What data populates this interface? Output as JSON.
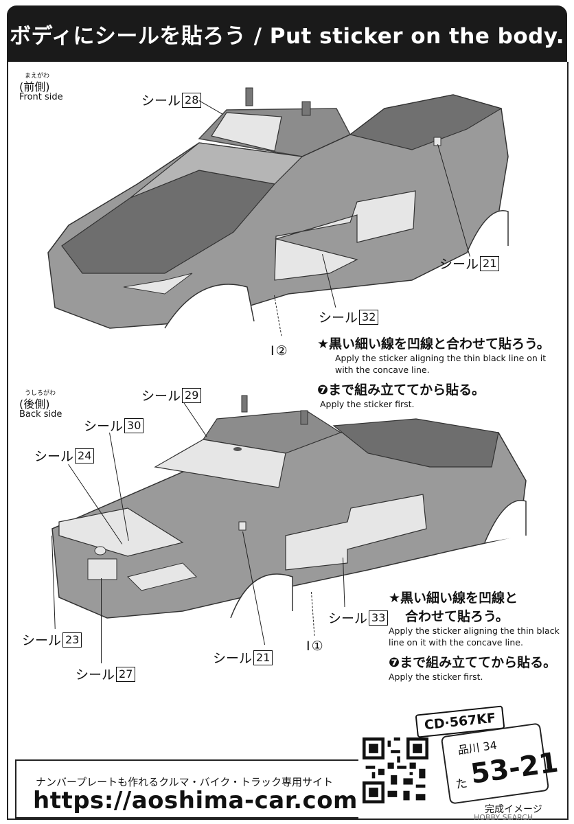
{
  "header": {
    "title": "ボディにシールを貼ろう / Put sticker on the body."
  },
  "front": {
    "ruby": "まえがわ",
    "label_jp": "(前側)",
    "label_en": "Front side",
    "callouts": [
      {
        "label": "シール",
        "num": "28"
      },
      {
        "label": "シール",
        "num": "21"
      },
      {
        "label": "シール",
        "num": "32"
      },
      {
        "label": "I",
        "num": "②"
      }
    ],
    "note1_jp": "★黒い細い線を凹線と合わせて貼ろう。",
    "note1_en": "Apply the sticker aligning the thin black line on it with the concave line.",
    "note2_jp": "❼まで組み立ててから貼る。",
    "note2_en": "Apply the sticker first."
  },
  "back": {
    "ruby": "うしろがわ",
    "label_jp": "(後側)",
    "label_en": "Back side",
    "callouts": [
      {
        "label": "シール",
        "num": "29"
      },
      {
        "label": "シール",
        "num": "30"
      },
      {
        "label": "シール",
        "num": "24"
      },
      {
        "label": "シール",
        "num": "23"
      },
      {
        "label": "シール",
        "num": "27"
      },
      {
        "label": "シール",
        "num": "21"
      },
      {
        "label": "シール",
        "num": "33"
      },
      {
        "label": "I",
        "num": "①"
      }
    ],
    "note1_jp_a": "★黒い細い線を凹線と",
    "note1_jp_b": "合わせて貼ろう。",
    "note1_en": "Apply the sticker aligning the thin black line on it with the concave line.",
    "note2_jp": "❼まで組み立ててから貼る。",
    "note2_en": "Apply the sticker first."
  },
  "footer": {
    "banner_jp": "ナンバープレートも作れるクルマ・バイク・トラック専用サイト",
    "url": "https://aoshima-car.com",
    "plate_small": "CD·567KF",
    "plate_region": "品川 34",
    "plate_kana": "た",
    "plate_number": "53-21",
    "complete_label": "完成イメージ",
    "watermark": "HOBBY SEARCH"
  },
  "colors": {
    "body": "#9a9a9a",
    "body_dark": "#6e6e6e",
    "sticker": "#e6e6e6",
    "header_bg": "#1a1a1a"
  }
}
